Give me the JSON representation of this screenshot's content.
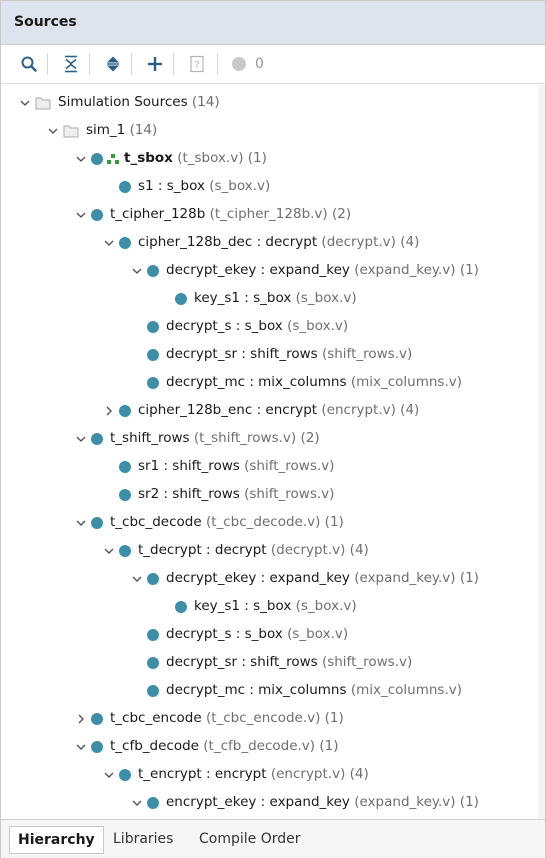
{
  "panel": {
    "title": "Sources"
  },
  "toolbar": {
    "search_icon": "search-icon",
    "collapse_icon": "collapse-all-icon",
    "expand_icon": "expand-all-icon",
    "add_icon": "add-icon",
    "properties_icon": "properties-icon",
    "status_count": "0"
  },
  "tree": {
    "rows": [
      {
        "level": 0,
        "expander": "open",
        "icon": "folder",
        "name": "Simulation Sources",
        "file": "(14)",
        "bold": false
      },
      {
        "level": 1,
        "expander": "open",
        "icon": "folder",
        "name": "sim_1",
        "file": "(14)",
        "bold": false
      },
      {
        "level": 2,
        "expander": "open",
        "icon": "dot-top",
        "name": "t_sbox",
        "file": "(t_sbox.v) (1)",
        "bold": true
      },
      {
        "level": 3,
        "expander": "none",
        "icon": "dot",
        "name": "s1 : s_box",
        "file": "(s_box.v)",
        "bold": false
      },
      {
        "level": 2,
        "expander": "open",
        "icon": "dot",
        "name": "t_cipher_128b",
        "file": "(t_cipher_128b.v) (2)",
        "bold": false
      },
      {
        "level": 3,
        "expander": "open",
        "icon": "dot",
        "name": "cipher_128b_dec : decrypt",
        "file": "(decrypt.v) (4)",
        "bold": false
      },
      {
        "level": 4,
        "expander": "open",
        "icon": "dot",
        "name": "decrypt_ekey : expand_key",
        "file": "(expand_key.v) (1)",
        "bold": false
      },
      {
        "level": 5,
        "expander": "none",
        "icon": "dot",
        "name": "key_s1 : s_box",
        "file": "(s_box.v)",
        "bold": false
      },
      {
        "level": 4,
        "expander": "none",
        "icon": "dot",
        "name": "decrypt_s : s_box",
        "file": "(s_box.v)",
        "bold": false
      },
      {
        "level": 4,
        "expander": "none",
        "icon": "dot",
        "name": "decrypt_sr : shift_rows",
        "file": "(shift_rows.v)",
        "bold": false
      },
      {
        "level": 4,
        "expander": "none",
        "icon": "dot",
        "name": "decrypt_mc : mix_columns",
        "file": "(mix_columns.v)",
        "bold": false
      },
      {
        "level": 3,
        "expander": "closed",
        "icon": "dot",
        "name": "cipher_128b_enc : encrypt",
        "file": "(encrypt.v) (4)",
        "bold": false
      },
      {
        "level": 2,
        "expander": "open",
        "icon": "dot",
        "name": "t_shift_rows",
        "file": "(t_shift_rows.v) (2)",
        "bold": false
      },
      {
        "level": 3,
        "expander": "none",
        "icon": "dot",
        "name": "sr1 : shift_rows",
        "file": "(shift_rows.v)",
        "bold": false
      },
      {
        "level": 3,
        "expander": "none",
        "icon": "dot",
        "name": "sr2 : shift_rows",
        "file": "(shift_rows.v)",
        "bold": false
      },
      {
        "level": 2,
        "expander": "open",
        "icon": "dot",
        "name": "t_cbc_decode",
        "file": "(t_cbc_decode.v) (1)",
        "bold": false
      },
      {
        "level": 3,
        "expander": "open",
        "icon": "dot",
        "name": "t_decrypt : decrypt",
        "file": "(decrypt.v) (4)",
        "bold": false
      },
      {
        "level": 4,
        "expander": "open",
        "icon": "dot",
        "name": "decrypt_ekey : expand_key",
        "file": "(expand_key.v) (1)",
        "bold": false
      },
      {
        "level": 5,
        "expander": "none",
        "icon": "dot",
        "name": "key_s1 : s_box",
        "file": "(s_box.v)",
        "bold": false
      },
      {
        "level": 4,
        "expander": "none",
        "icon": "dot",
        "name": "decrypt_s : s_box",
        "file": "(s_box.v)",
        "bold": false
      },
      {
        "level": 4,
        "expander": "none",
        "icon": "dot",
        "name": "decrypt_sr : shift_rows",
        "file": "(shift_rows.v)",
        "bold": false
      },
      {
        "level": 4,
        "expander": "none",
        "icon": "dot",
        "name": "decrypt_mc : mix_columns",
        "file": "(mix_columns.v)",
        "bold": false
      },
      {
        "level": 2,
        "expander": "closed",
        "icon": "dot",
        "name": "t_cbc_encode",
        "file": "(t_cbc_encode.v) (1)",
        "bold": false
      },
      {
        "level": 2,
        "expander": "open",
        "icon": "dot",
        "name": "t_cfb_decode",
        "file": "(t_cfb_decode.v) (1)",
        "bold": false
      },
      {
        "level": 3,
        "expander": "open",
        "icon": "dot",
        "name": "t_encrypt : encrypt",
        "file": "(encrypt.v) (4)",
        "bold": false
      },
      {
        "level": 4,
        "expander": "open",
        "icon": "dot",
        "name": "encrypt_ekey : expand_key",
        "file": "(expand_key.v) (1)",
        "bold": false
      }
    ]
  },
  "tabs": [
    {
      "label": "Hierarchy",
      "active": true
    },
    {
      "label": "Libraries",
      "active": false
    },
    {
      "label": "Compile Order",
      "active": false
    }
  ],
  "colors": {
    "header_bg": "#dde4ee",
    "dot": "#3f8ea8",
    "top_icon": "#3c9a3c",
    "file_text": "#6f6f6f"
  }
}
